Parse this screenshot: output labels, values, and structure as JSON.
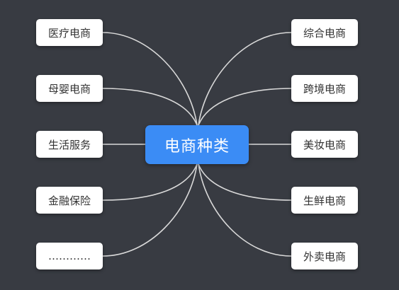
{
  "center": {
    "label": "电商种类"
  },
  "left_nodes": [
    {
      "label": "医疗电商"
    },
    {
      "label": "母婴电商"
    },
    {
      "label": "生活服务"
    },
    {
      "label": "金融保险"
    },
    {
      "label": "…………"
    }
  ],
  "right_nodes": [
    {
      "label": "综合电商"
    },
    {
      "label": "跨境电商"
    },
    {
      "label": "美妆电商"
    },
    {
      "label": "生鲜电商"
    },
    {
      "label": "外卖电商"
    }
  ],
  "colors": {
    "background": "#383b42",
    "center_fill": "#3b8cf5",
    "node_fill": "#ffffff",
    "link": "#d9d9d9"
  }
}
